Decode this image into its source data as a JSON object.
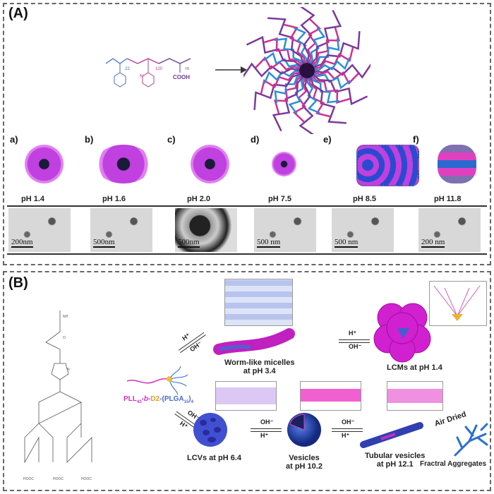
{
  "panel_a": {
    "label": "(A)",
    "polymer": {
      "sub1": "22",
      "sub2": "120",
      "sub3": "m",
      "group": "COOH",
      "hetero": "N"
    },
    "morphologies": [
      {
        "letter": "a)",
        "ph": "pH 1.4",
        "scale": "200nm"
      },
      {
        "letter": "b)",
        "ph": "pH 1.6",
        "scale": "500nm"
      },
      {
        "letter": "c)",
        "ph": "pH 2.0",
        "scale": "500nm"
      },
      {
        "letter": "d)",
        "ph": "pH 7.5",
        "scale": "500 nm"
      },
      {
        "letter": "e)",
        "ph": "pH 8.5",
        "scale": "500 nm"
      },
      {
        "letter": "f)",
        "ph": "pH 11.8",
        "scale": "200 nm"
      }
    ]
  },
  "panel_b": {
    "label": "(B)",
    "copolymer": {
      "p1": "PLL",
      "s1": "43",
      "p2": "-b-",
      "p3": "D2",
      "p4": "-(PLGA",
      "s4": "15",
      "p5": ")",
      "s5": "4"
    },
    "h_plus": "H⁺",
    "oh_minus": "OH⁻",
    "worm": [
      "Worm-like micelles",
      "at pH 3.4"
    ],
    "lcms": "LCMs at pH 1.4",
    "lcvs": "LCVs at pH 6.4",
    "vesicles": [
      "Vesicles",
      "at pH 10.2"
    ],
    "tubular": [
      "Tubular vesicles",
      "at pH 12.1"
    ],
    "air_dried": "Air Dried",
    "fractal": "Fractral Aggregates"
  }
}
